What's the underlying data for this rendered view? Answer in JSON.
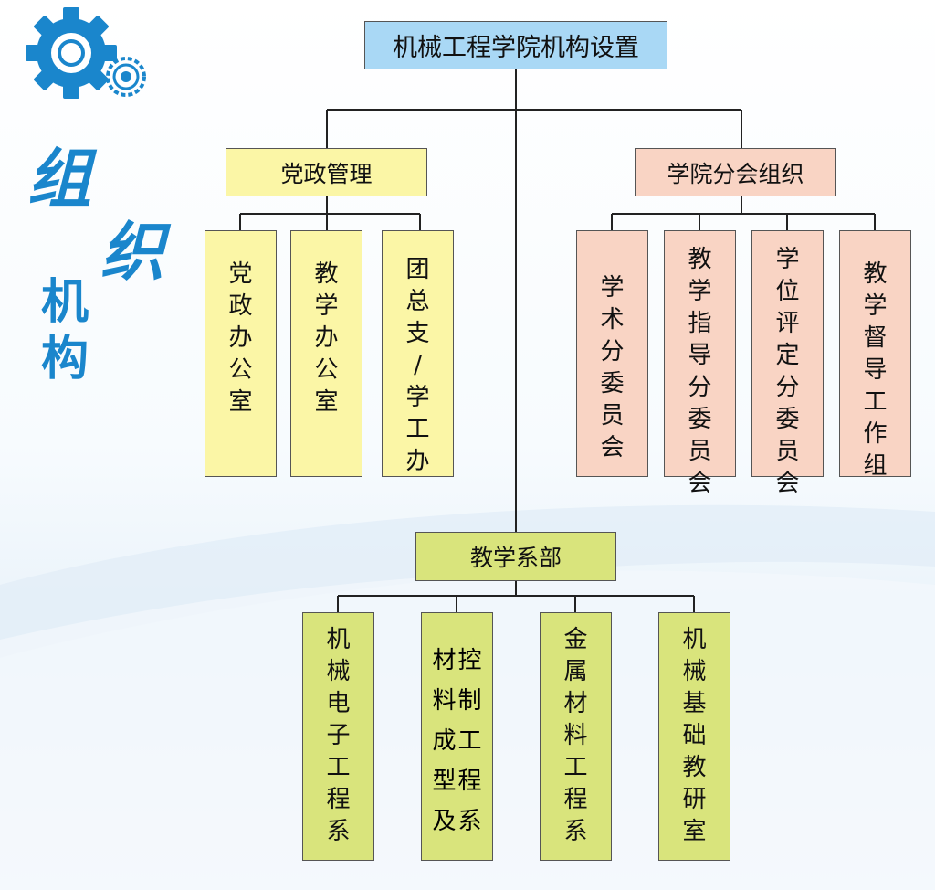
{
  "colors": {
    "root": "#a9d8f5",
    "admin": "#fbf6a6",
    "committee": "#f9d4c4",
    "department": "#d9e47c",
    "accent": "#1a86cc"
  },
  "sidebar": {
    "title": [
      "组",
      "织",
      "机",
      "构"
    ]
  },
  "diagram": {
    "root": "机械工程学院机构设置",
    "admin": {
      "label": "党政管理",
      "children": [
        "党政办公室",
        "教学办公室",
        "团总支/学工办"
      ]
    },
    "committee": {
      "label": "学院分会组织",
      "children": [
        "学术分委员会",
        "教学指导分委员会",
        "学位评定分委员会",
        "教学督导工作组"
      ]
    },
    "department": {
      "label": "教学系部",
      "children": [
        "机械电子工程系",
        "材料成型及控制工程系",
        "金属材料工程系",
        "机械基础教研室"
      ],
      "second_child_columns": [
        "控制工程系",
        "材料成型及"
      ]
    }
  }
}
